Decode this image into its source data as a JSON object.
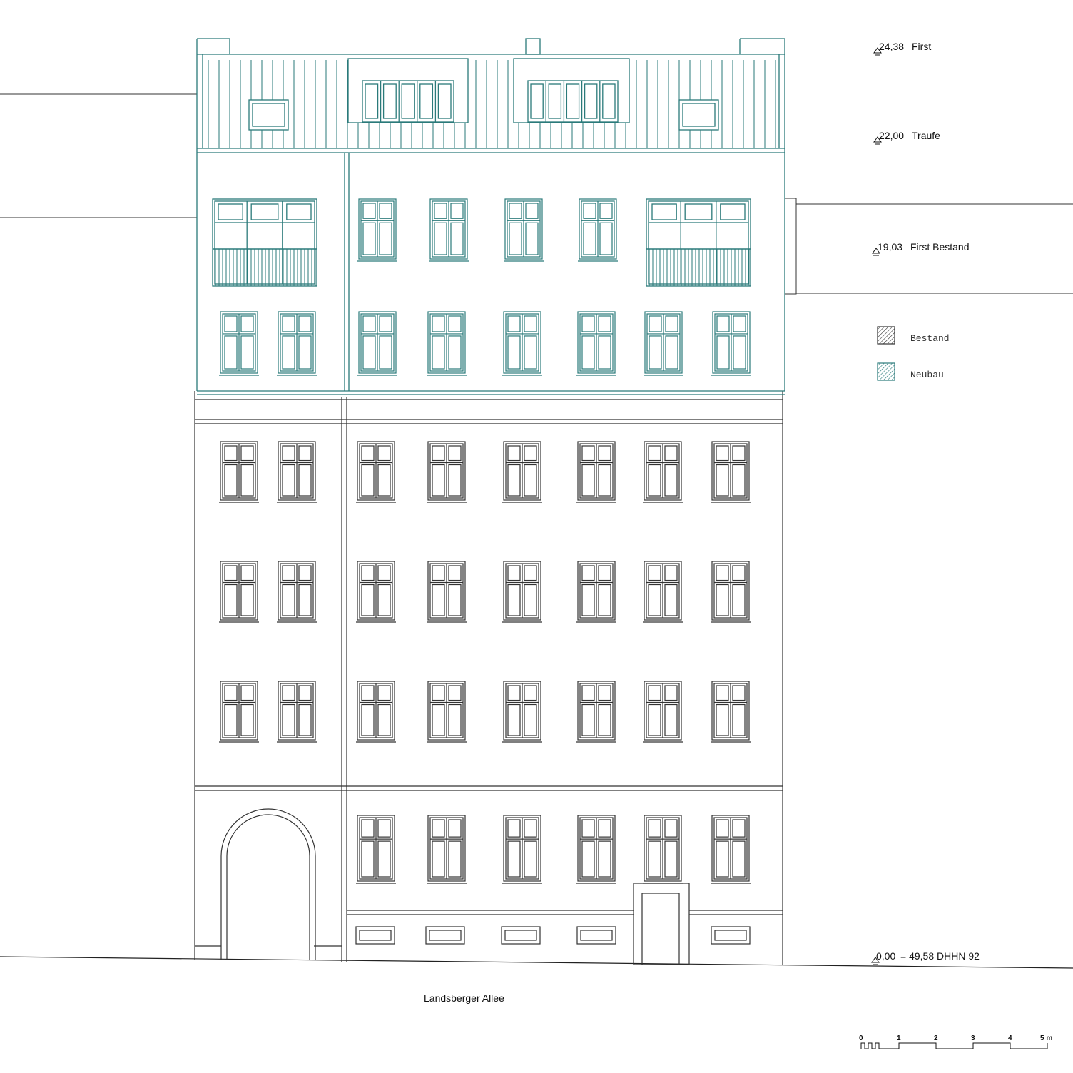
{
  "colors": {
    "neubau": "#2a7a7a",
    "bestand": "#333333",
    "ground": "#222222"
  },
  "levels": [
    {
      "id": "first",
      "value": "24,38",
      "label": "First"
    },
    {
      "id": "traufe",
      "value": "22,00",
      "label": "Traufe"
    },
    {
      "id": "first-bestand",
      "value": "19,03",
      "label": "First Bestand"
    },
    {
      "id": "ground",
      "value": "0,00",
      "label": "= 49,58 DHHN 92"
    }
  ],
  "legend": [
    {
      "id": "bestand",
      "label": "Bestand"
    },
    {
      "id": "neubau",
      "label": "Neubau"
    }
  ],
  "street_name": "Landsberger Allee",
  "scale_bar": {
    "ticks": [
      "0",
      "1",
      "2",
      "3",
      "4",
      "5 m"
    ]
  }
}
